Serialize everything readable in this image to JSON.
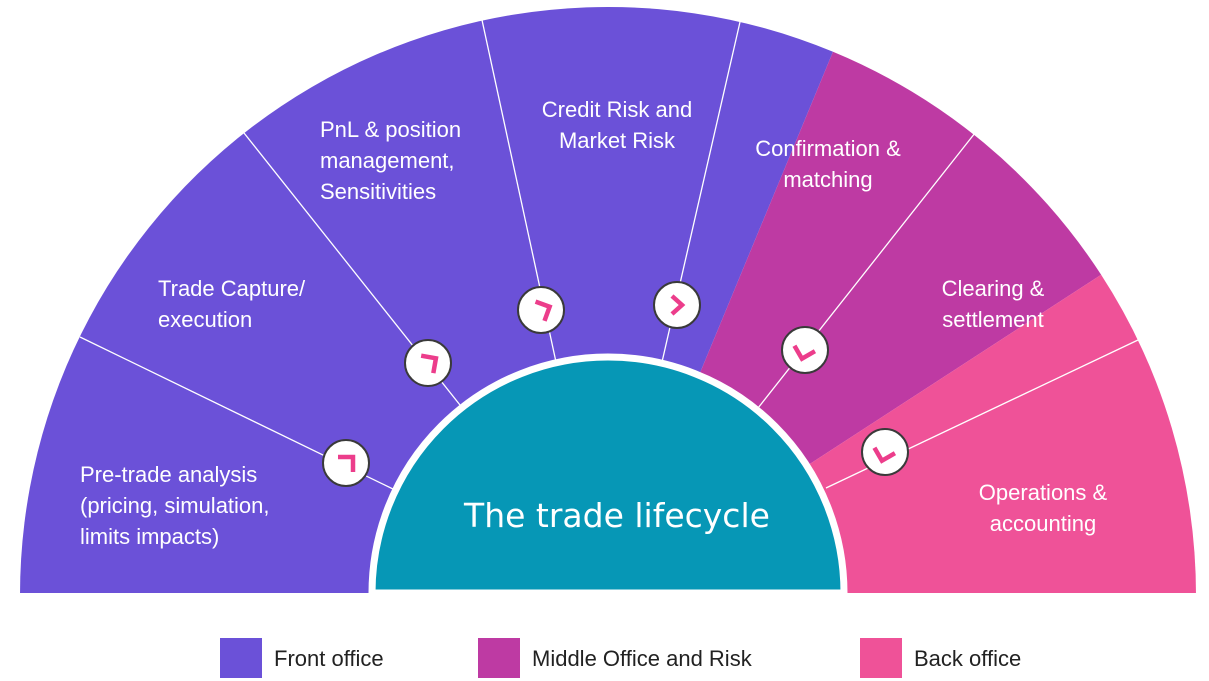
{
  "center_title": "The trade lifecycle",
  "colors": {
    "front": "#6b51d8",
    "middle": "#be3aa3",
    "back": "#ef5298",
    "center": "#0697b6",
    "arrow": "#ec3d8b"
  },
  "segments": [
    {
      "group": "front",
      "lines": [
        "Pre-trade analysis",
        "(pricing, simulation,",
        "limits impacts)"
      ]
    },
    {
      "group": "front",
      "lines": [
        "Trade Capture/",
        "execution"
      ]
    },
    {
      "group": "front",
      "lines": [
        "PnL & position",
        "management,",
        "Sensitivities"
      ]
    },
    {
      "group": "middle",
      "lines": [
        "Credit Risk and",
        "Market Risk"
      ]
    },
    {
      "group": "middle",
      "lines": [
        "Confirmation &",
        "matching"
      ]
    },
    {
      "group": "back",
      "lines": [
        "Clearing &",
        "settlement"
      ]
    },
    {
      "group": "back",
      "lines": [
        "Operations &",
        "accounting"
      ]
    }
  ],
  "connectors": [
    {
      "icon": "corner-arrow-icon"
    },
    {
      "icon": "corner-arrow-icon"
    },
    {
      "icon": "corner-arrow-icon"
    },
    {
      "icon": "chevron-right-icon"
    },
    {
      "icon": "corner-arrow-icon"
    },
    {
      "icon": "corner-arrow-icon"
    }
  ],
  "legend": [
    {
      "group": "front",
      "label": "Front office"
    },
    {
      "group": "middle",
      "label": "Middle Office and Risk"
    },
    {
      "group": "back",
      "label": "Back office"
    }
  ]
}
